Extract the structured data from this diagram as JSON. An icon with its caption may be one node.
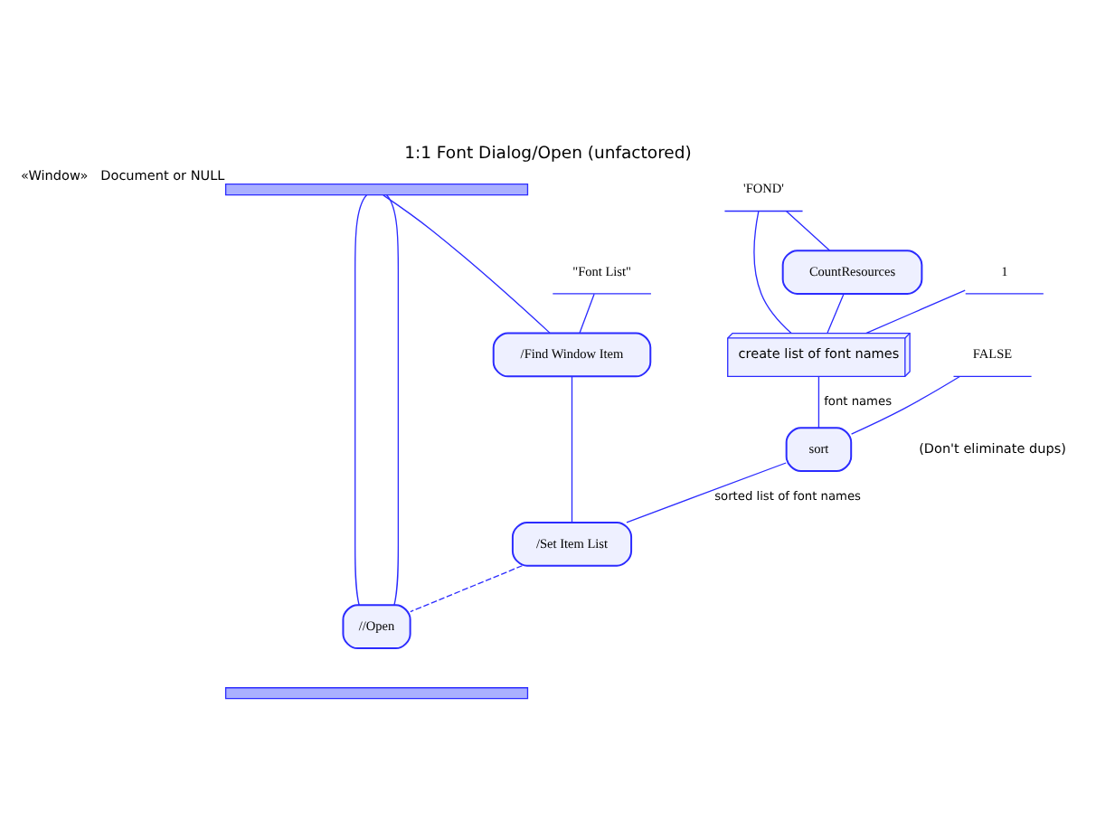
{
  "diagram": {
    "title": "1:1 Font Dialog/Open (unfactored)",
    "nodes": [
      {
        "text": [],
        "shape": "bar",
        "beside": [
          "«Window»",
          "Document or NULL"
        ]
      },
      {
        "text": [
          "\"Font List\""
        ]
      },
      {
        "text": [
          "/Find Window Item"
        ]
      },
      {
        "text": [
          "'FOND'"
        ]
      },
      {
        "text": [
          "CountResources"
        ]
      },
      {
        "text": [
          "1"
        ]
      },
      {
        "text": [
          "create list of font names"
        ]
      },
      {
        "text": [
          "FALSE"
        ]
      },
      {
        "text": [
          "sort"
        ]
      },
      {
        "text": [
          "/Set Item List"
        ]
      },
      {
        "text": [
          "//Open"
        ]
      },
      {
        "text": [],
        "shape": "bar"
      }
    ],
    "edges": [
      {
        "from": 0,
        "to": 2,
        "arrow": "none"
      },
      {
        "from": 0,
        "to": 10,
        "arrow": "none"
      },
      {
        "from": 0,
        "to": 10,
        "arrow": "none"
      },
      {
        "from": 1,
        "to": 2,
        "arrow": "none"
      },
      {
        "from": 2,
        "to": 9,
        "arrow": "none"
      },
      {
        "from": 3,
        "to": 6,
        "arrow": "none"
      },
      {
        "from": 3,
        "to": 4,
        "arrow": "none"
      },
      {
        "from": 4,
        "to": 6,
        "arrow": "none"
      },
      {
        "from": 5,
        "to": 6,
        "arrow": "none"
      },
      {
        "from": 6,
        "to": 8,
        "arrow": "none",
        "label": "font names"
      },
      {
        "from": 7,
        "to": 8,
        "arrow": "none"
      },
      {
        "from": 8,
        "to": 9,
        "arrow": "none",
        "label": "sorted list of font names"
      },
      {
        "from": 9,
        "to": 10,
        "arrow": "none",
        "style": "dashed"
      }
    ],
    "labels": [
      "(Don't eliminate dups)"
    ]
  }
}
